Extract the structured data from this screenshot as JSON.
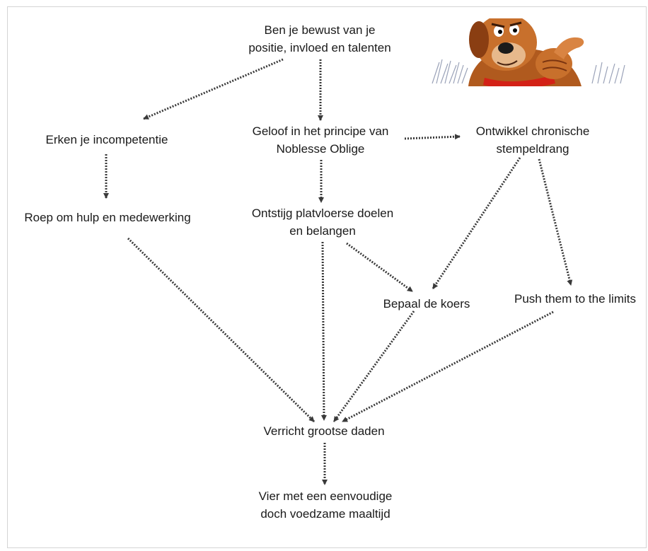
{
  "diagram": {
    "nodes": {
      "bewust": [
        "Ben je bewust van je",
        "positie, invloed en talenten"
      ],
      "erken": [
        "Erken je incompetentie"
      ],
      "geloof": [
        "Geloof in het principe van",
        "Noblesse Oblige"
      ],
      "stempel": [
        "Ontwikkel chronische",
        "stempeldrang"
      ],
      "roep": [
        "Roep om hulp en medewerking"
      ],
      "ontstijg": [
        "Ontstijg platvloerse doelen",
        "en belangen"
      ],
      "koers": [
        "Bepaal de koers"
      ],
      "push": [
        "Push them to the limits"
      ],
      "verricht": [
        "Verricht grootse daden"
      ],
      "vier": [
        "Vier met een eenvoudige",
        "doch voedzame maaltijd"
      ]
    },
    "edges": [
      [
        "bewust",
        "erken"
      ],
      [
        "bewust",
        "geloof"
      ],
      [
        "geloof",
        "stempel"
      ],
      [
        "erken",
        "roep"
      ],
      [
        "geloof",
        "ontstijg"
      ],
      [
        "ontstijg",
        "koers"
      ],
      [
        "stempel",
        "koers"
      ],
      [
        "stempel",
        "push"
      ],
      [
        "roep",
        "verricht"
      ],
      [
        "ontstijg",
        "verricht"
      ],
      [
        "koers",
        "verricht"
      ],
      [
        "push",
        "verricht"
      ],
      [
        "verricht",
        "vier"
      ]
    ],
    "edge_color": "#3a3a3a"
  },
  "illustration": {
    "subject": "cartoon dog pointing"
  }
}
